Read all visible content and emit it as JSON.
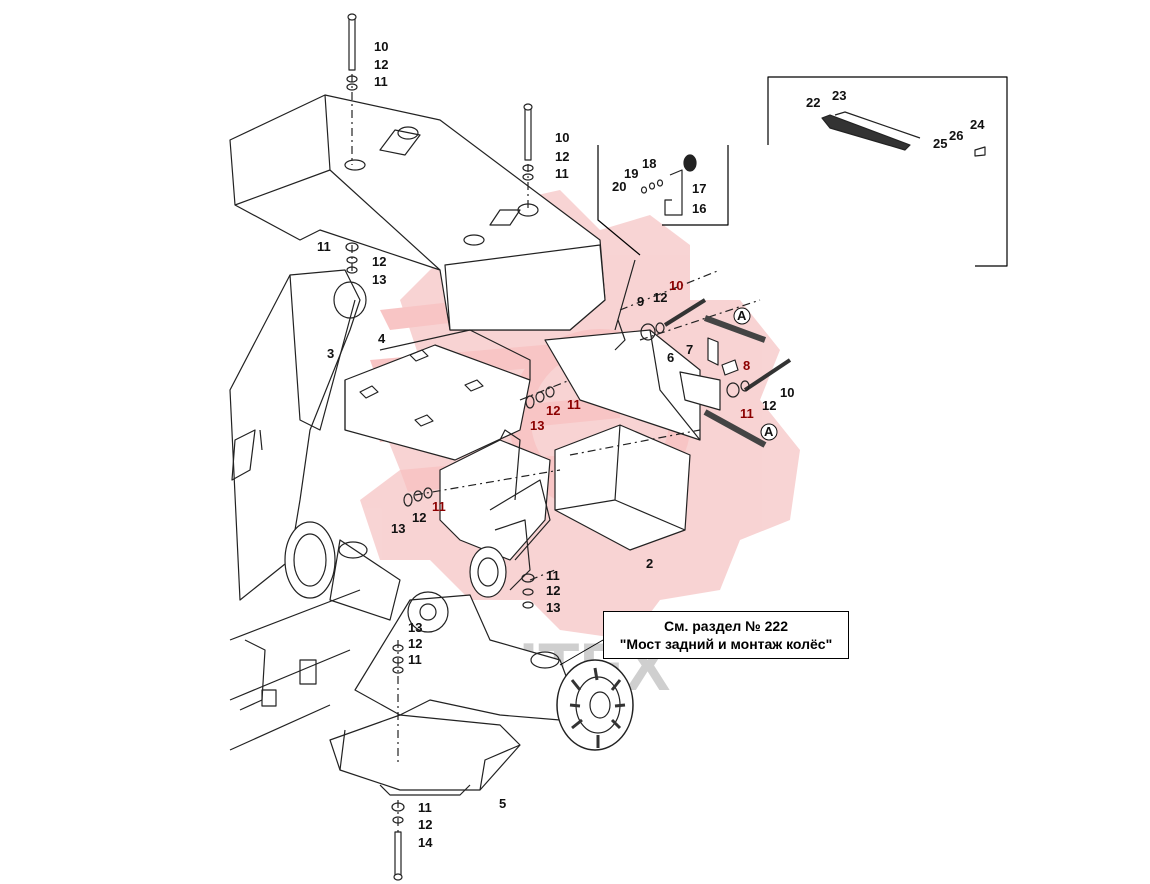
{
  "reference": {
    "line1": "См. раздел № 222",
    "line2": "\"Мост задний и монтаж колёс\""
  },
  "watermark": {
    "text": "ИНТЕХ",
    "color": "#f08080"
  },
  "callouts": {
    "c10a": "10",
    "c12a": "12",
    "c11a": "11",
    "c10b": "10",
    "c12b": "12",
    "c11b": "11",
    "c11c": "11",
    "c12c": "12",
    "c13c": "13",
    "c3": "3",
    "c4": "4",
    "c9": "9",
    "c12d": "12",
    "c10d": "10",
    "c6": "6",
    "c7": "7",
    "c8": "8",
    "c11e": "11",
    "c12e": "12",
    "c10e": "10",
    "c12f": "12",
    "c11f": "11",
    "c13f": "13",
    "c11g": "11",
    "c12g": "12",
    "c13g": "13",
    "c2": "2",
    "c11h": "11",
    "c12h": "12",
    "c13h": "13",
    "c13i": "13",
    "c12i": "12",
    "c11i": "11",
    "c5": "5",
    "c11j": "11",
    "c12j": "12",
    "c14j": "14",
    "c18": "18",
    "c19": "19",
    "c20": "20",
    "c17": "17",
    "c16": "16",
    "c22": "22",
    "c23": "23",
    "c26": "26",
    "c24": "24",
    "c25": "25",
    "cA1": "A",
    "cA2": "A"
  }
}
